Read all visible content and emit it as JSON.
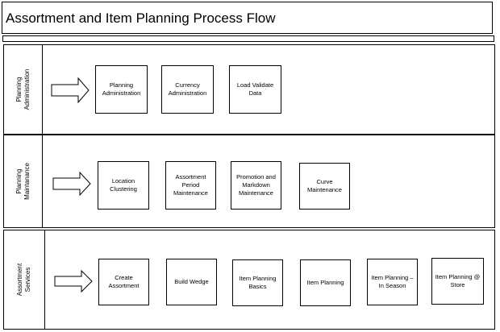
{
  "title": "Assortment and Item Planning Process Flow",
  "lanes": [
    {
      "label": "Planning\nAdministration",
      "boxes": [
        "Planning\nAdministration",
        "Currency\nAdministration",
        "Load Validate\nData"
      ]
    },
    {
      "label": "Planning\nMaintanance",
      "boxes": [
        "Location\nClustering",
        "Assortment\nPeriod\nMaintenance",
        "Promotion and\nMarkdown\nMaintenance",
        "Curve\nMaintenance"
      ]
    },
    {
      "label": "Assortment\nServices",
      "boxes": [
        "Create\nAssortment",
        "Build Wedge",
        "Item Planning\nBasics",
        "Item Planning",
        "Item Planning –\nIn Season",
        "Item Planning @\nStore"
      ]
    }
  ]
}
